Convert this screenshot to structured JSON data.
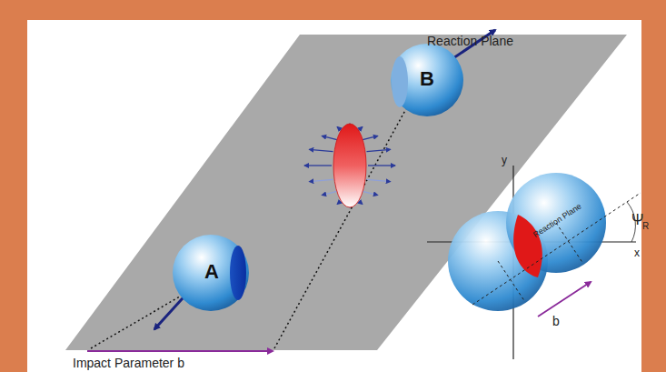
{
  "diagram": {
    "labels": [
      "Reaction Plane",
      "A",
      "B",
      "Impact Parameter b",
      "y",
      "x",
      "Reaction Plane",
      "Ψ",
      "R",
      "b"
    ]
  }
}
